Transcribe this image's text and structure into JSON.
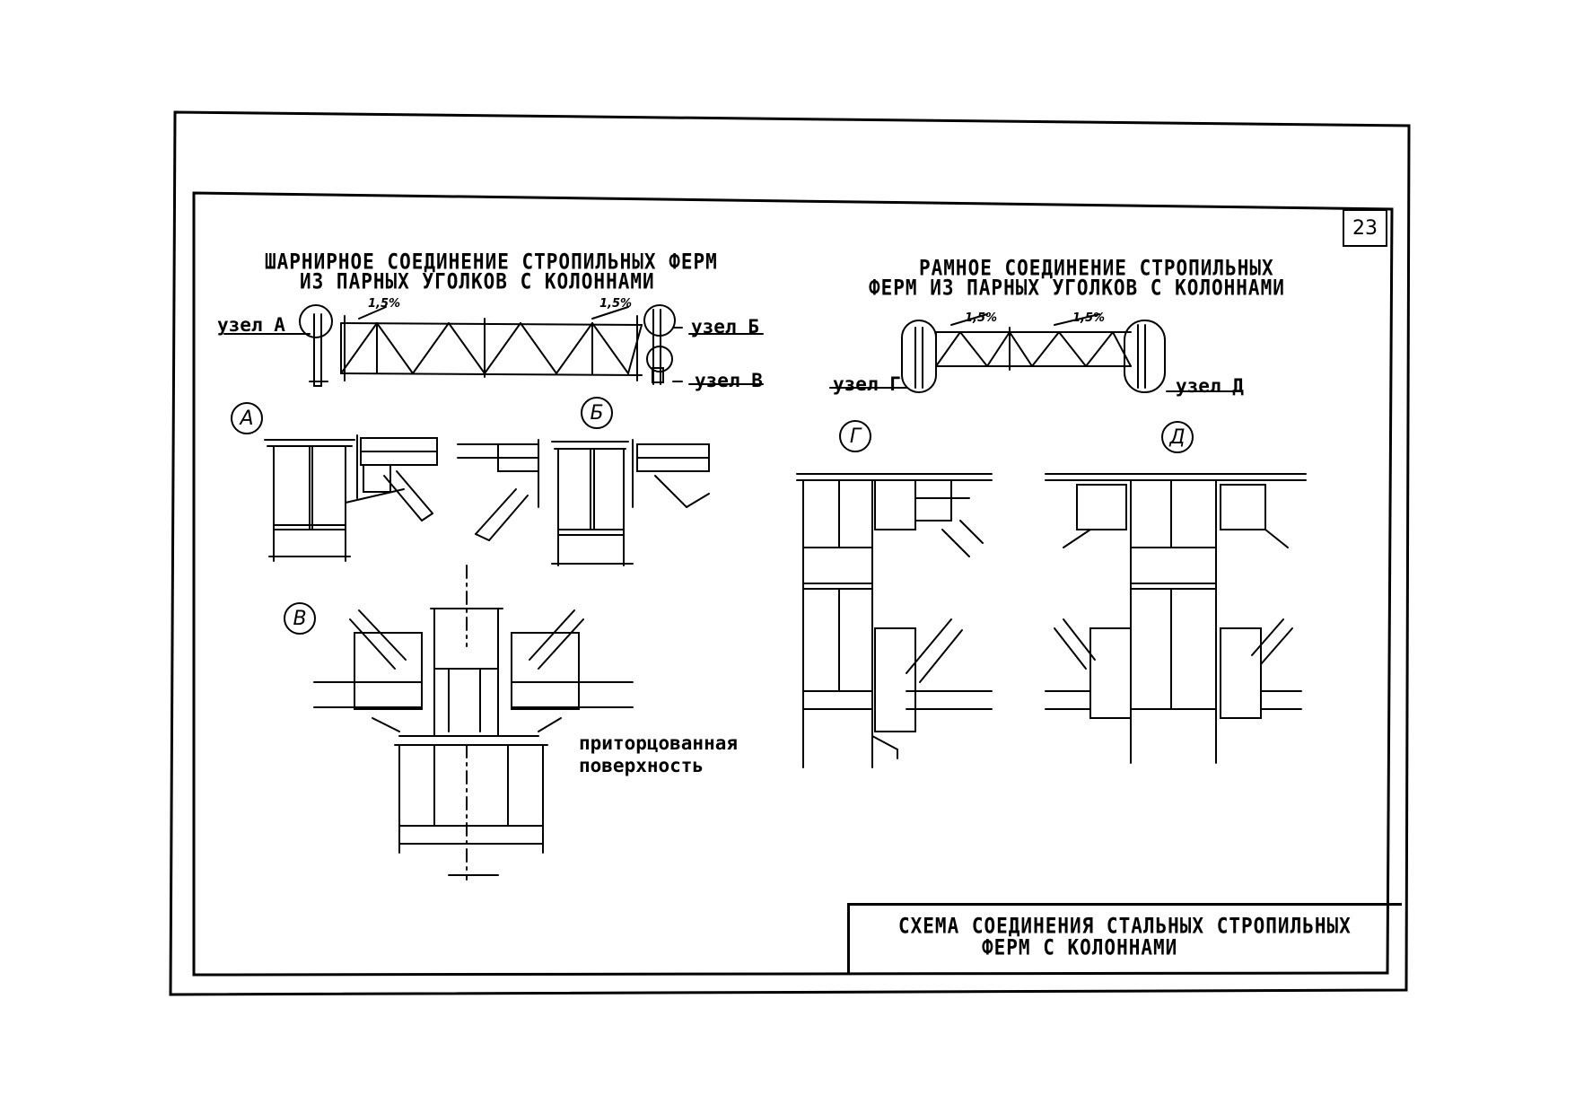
{
  "sheet": {
    "number": "23",
    "stamp_title_line1": "СХЕМА СОЕДИНЕНИЯ СТАЛЬНЫХ СТРОПИЛЬНЫХ",
    "stamp_title_line2": "ФЕРМ С КОЛОННАМИ"
  },
  "left_section": {
    "title_line1": "ШАРНИРНОЕ СОЕДИНЕНИЕ СТРОПИЛЬНЫХ ФЕРМ",
    "title_line2": "ИЗ ПАРНЫХ УГОЛКОВ С КОЛОННАМИ",
    "node_a_label": "узел А",
    "node_b_label": "узел Б",
    "node_v_label": "узел В",
    "slope_left": "1,5%",
    "slope_right": "1,5%",
    "detail_a": "А",
    "detail_b": "Б",
    "detail_v": "В",
    "note_line1": "приторцованная",
    "note_line2": "поверхность"
  },
  "right_section": {
    "title_line1": "РАМНОЕ СОЕДИНЕНИЕ СТРОПИЛЬНЫХ",
    "title_line2": "ФЕРМ ИЗ ПАРНЫХ УГОЛКОВ С КОЛОННАМИ",
    "node_g_label": "узел Г",
    "node_d_label": "узел Д",
    "slope_left": "1,5%",
    "slope_right": "1,5%",
    "detail_g": "Г",
    "detail_d": "Д"
  }
}
